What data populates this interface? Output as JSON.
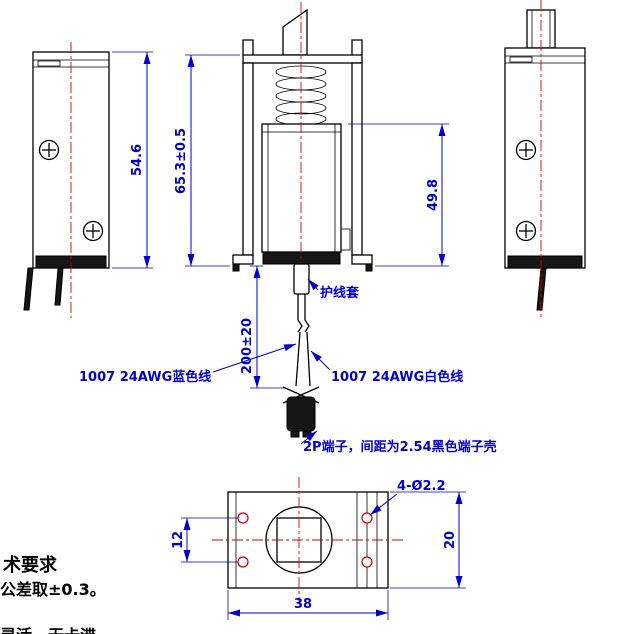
{
  "colors": {
    "dimension": "#0000c8",
    "centerline": "#d40000",
    "outline": "#000000",
    "background": "#ffffff"
  },
  "dimensions": {
    "left_body_height": "54.6",
    "overall_height": "65.3±0.5",
    "coil_body_height": "49.8",
    "wire_length": "200±20",
    "hole_spacing": "12",
    "base_depth": "20",
    "base_width": "38",
    "holes_callout": "4-Ø2.2"
  },
  "labels": {
    "wire_sleeve": "护线套",
    "blue_wire": "1007 24AWG蓝色线",
    "white_wire": "1007 24AWG白色线",
    "terminal": "2P端子，间距为2.54黑色端子壳"
  },
  "notes": {
    "line1": "术要求",
    "line2": "公差取±0.3。",
    "line3": "灵活，无卡滞"
  }
}
